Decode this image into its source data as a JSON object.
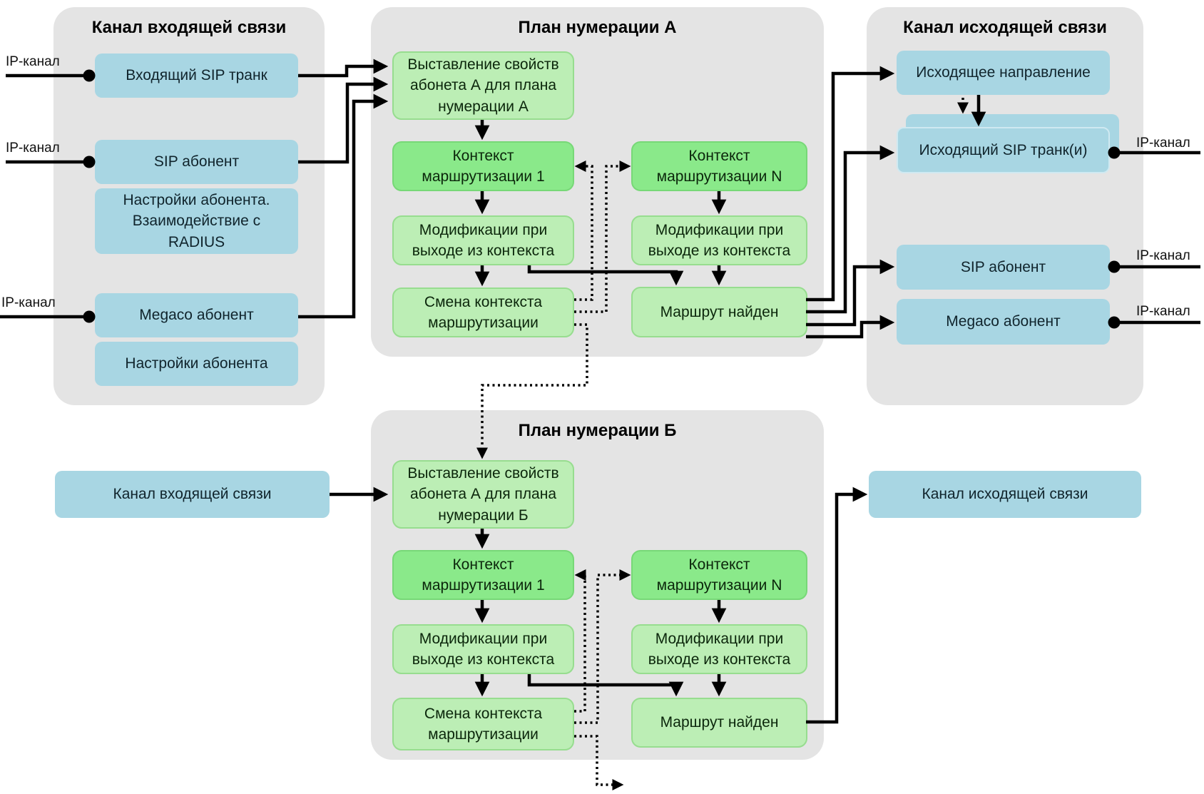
{
  "diagram": {
    "panels": {
      "incoming_channel": "Канал входящей связи",
      "numbering_plan_a": "План нумерации А",
      "outgoing_channel": "Канал исходящей связи",
      "numbering_plan_b": "План нумерации Б"
    },
    "incoming": {
      "sip_trunk": "Входящий SIP транк",
      "sip_subscriber": "SIP абонент",
      "subscriber_settings_radius": "Настройки абонента.\nВзаимодействие с\nRADIUS",
      "megaco_subscriber": "Megaco абонент",
      "subscriber_settings": "Настройки абонента"
    },
    "plan_a": {
      "set_properties": "Выставление свойств\nабонета А для плана\nнумерации А",
      "routing_context_1": "Контекст\nмаршрутизации 1",
      "modifications_1": "Модификации при\nвыходе из контекста",
      "context_change": "Смена контекста\nмаршрутизации",
      "routing_context_n": "Контекст\nмаршрутизации N",
      "modifications_n": "Модификации при\nвыходе из контекста",
      "route_found": "Маршрут найден"
    },
    "plan_b": {
      "set_properties": "Выставление свойств\nабонета А для плана\nнумерации Б",
      "routing_context_1": "Контекст\nмаршрутизации 1",
      "modifications_1": "Модификации при\nвыходе из контекста",
      "context_change": "Смена контекста\nмаршрутизации",
      "routing_context_n": "Контекст\nмаршрутизации N",
      "modifications_n": "Модификации при\nвыходе из контекста",
      "route_found": "Маршрут найден"
    },
    "outgoing": {
      "direction": "Исходящее направление",
      "sip_trunks": "Исходящий SIP транк(и)",
      "sip_subscriber": "SIP абонент",
      "megaco_subscriber": "Megaco абонент"
    },
    "bottom": {
      "incoming_channel": "Канал входящей связи",
      "outgoing_channel": "Канал исходящей связи"
    },
    "ip_label": "IP-канал",
    "colors": {
      "panel": "#e4e4e4",
      "blue_box": "#a8d6e3",
      "green_light": "#bceeb5",
      "green_light_border": "#97dd8f",
      "green_medium": "#8ae98a",
      "green_medium_border": "#77d877",
      "line": "#000000"
    }
  }
}
